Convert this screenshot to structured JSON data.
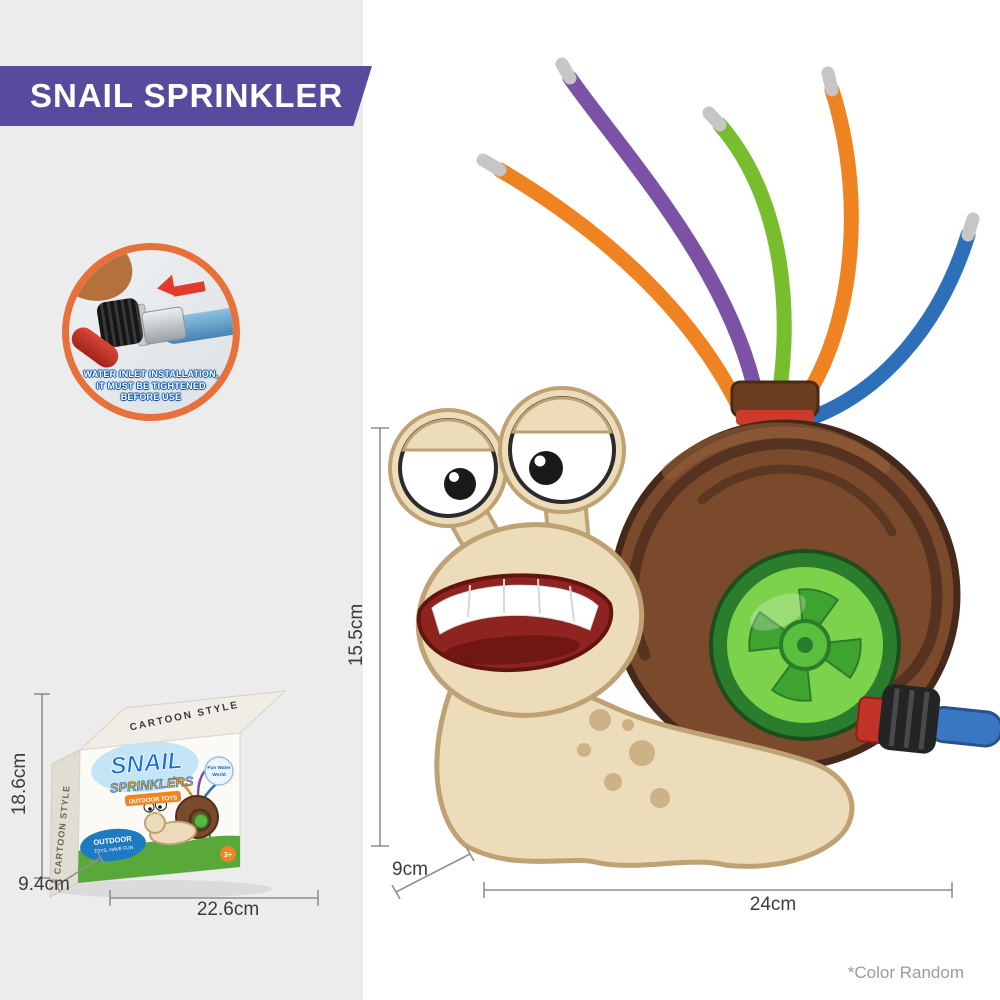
{
  "banner": {
    "title": "SNAIL SPRINKLER"
  },
  "inset": {
    "caption_line1": "WATER INLET INSTALLATION,",
    "caption_line2": "IT MUST BE TIGHTENED",
    "caption_line3": "BEFORE USE"
  },
  "box": {
    "top_label": "CARTOON STYLE",
    "side_label": "CARTOON STYLE",
    "logo_line1": "SNAIL",
    "logo_line2": "SPRINKLERS",
    "logo_sub": "OUTDOOR TOYS",
    "blob_line1": "OUTDOOR",
    "blob_line2": "TOYS, HAVE FUN",
    "badge_line1": "Fun Water",
    "badge_line2": "World",
    "age_badge": "3+",
    "dim_height": "18.6cm",
    "dim_depth": "9.4cm",
    "dim_width": "22.6cm"
  },
  "product": {
    "dim_height": "15.5cm",
    "dim_depth": "9cm",
    "dim_width": "24cm"
  },
  "footnote": "*Color Random",
  "colors": {
    "accent_purple": "#584b9e",
    "panel_gray": "#ececec",
    "inset_ring_orange": "#e8703a",
    "tube_orange": "#ef8322",
    "tube_purple": "#7b52a5",
    "tube_green": "#78bd2d",
    "tube_blue": "#2e6fba",
    "shell_brown": "#7b4a2c",
    "body_beige": "#ecdcba",
    "hub_green": "#7dd24b",
    "grass_green": "#58a83a",
    "dim_line_gray": "#8f8f8f"
  }
}
